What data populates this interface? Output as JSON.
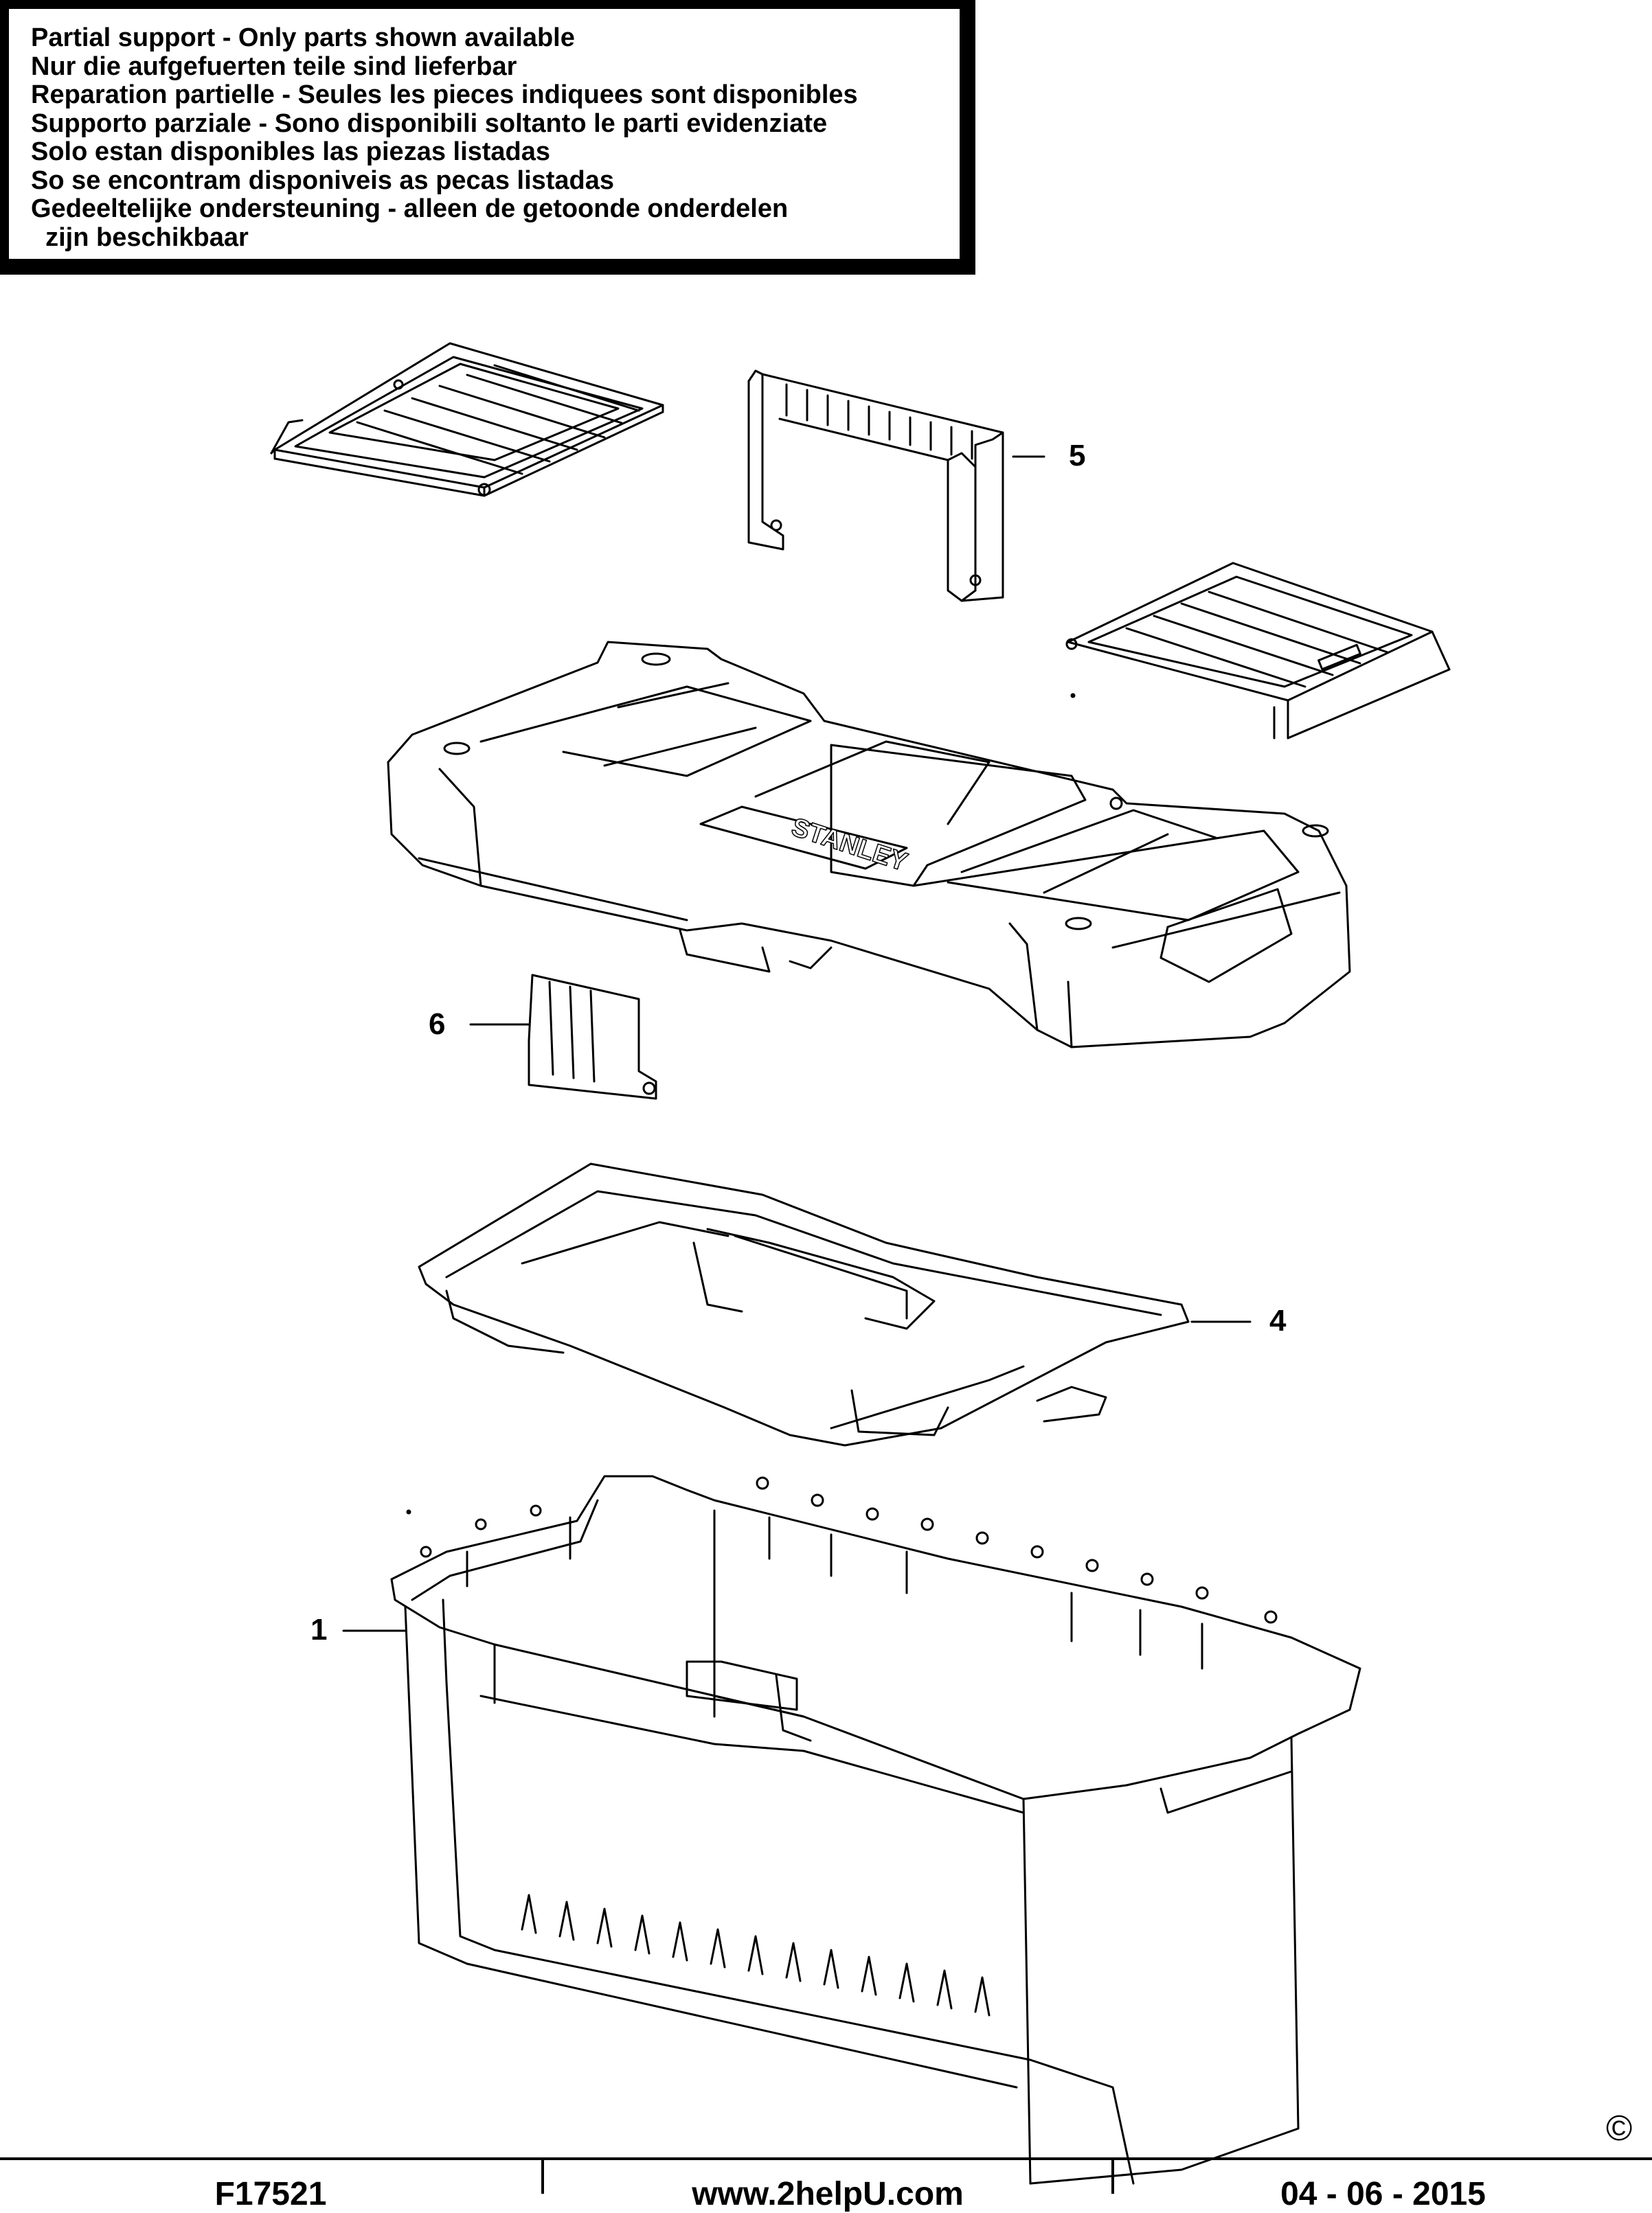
{
  "notice": {
    "lines": [
      "Partial support - Only parts shown available",
      "Nur die aufgefuerten teile sind lieferbar",
      "Reparation partielle - Seules les pieces indiquees sont disponibles",
      "Supporto parziale - Sono disponibili soltanto le parti evidenziate",
      "Solo estan disponibles las piezas listadas",
      "So se encontram disponiveis as pecas listadas",
      "Gedeeltelijke ondersteuning - alleen de getoonde onderdelen",
      "  zijn beschikbaar"
    ]
  },
  "diagram": {
    "brand_text": "STANLEY",
    "callouts": [
      "5",
      "6",
      "4",
      "1"
    ]
  },
  "copyright_symbol": "©",
  "footer": {
    "model": "F17521",
    "website": "www.2helpU.com",
    "date": "04 - 06 - 2015"
  },
  "colors": {
    "ink": "#000000",
    "paper": "#ffffff"
  }
}
